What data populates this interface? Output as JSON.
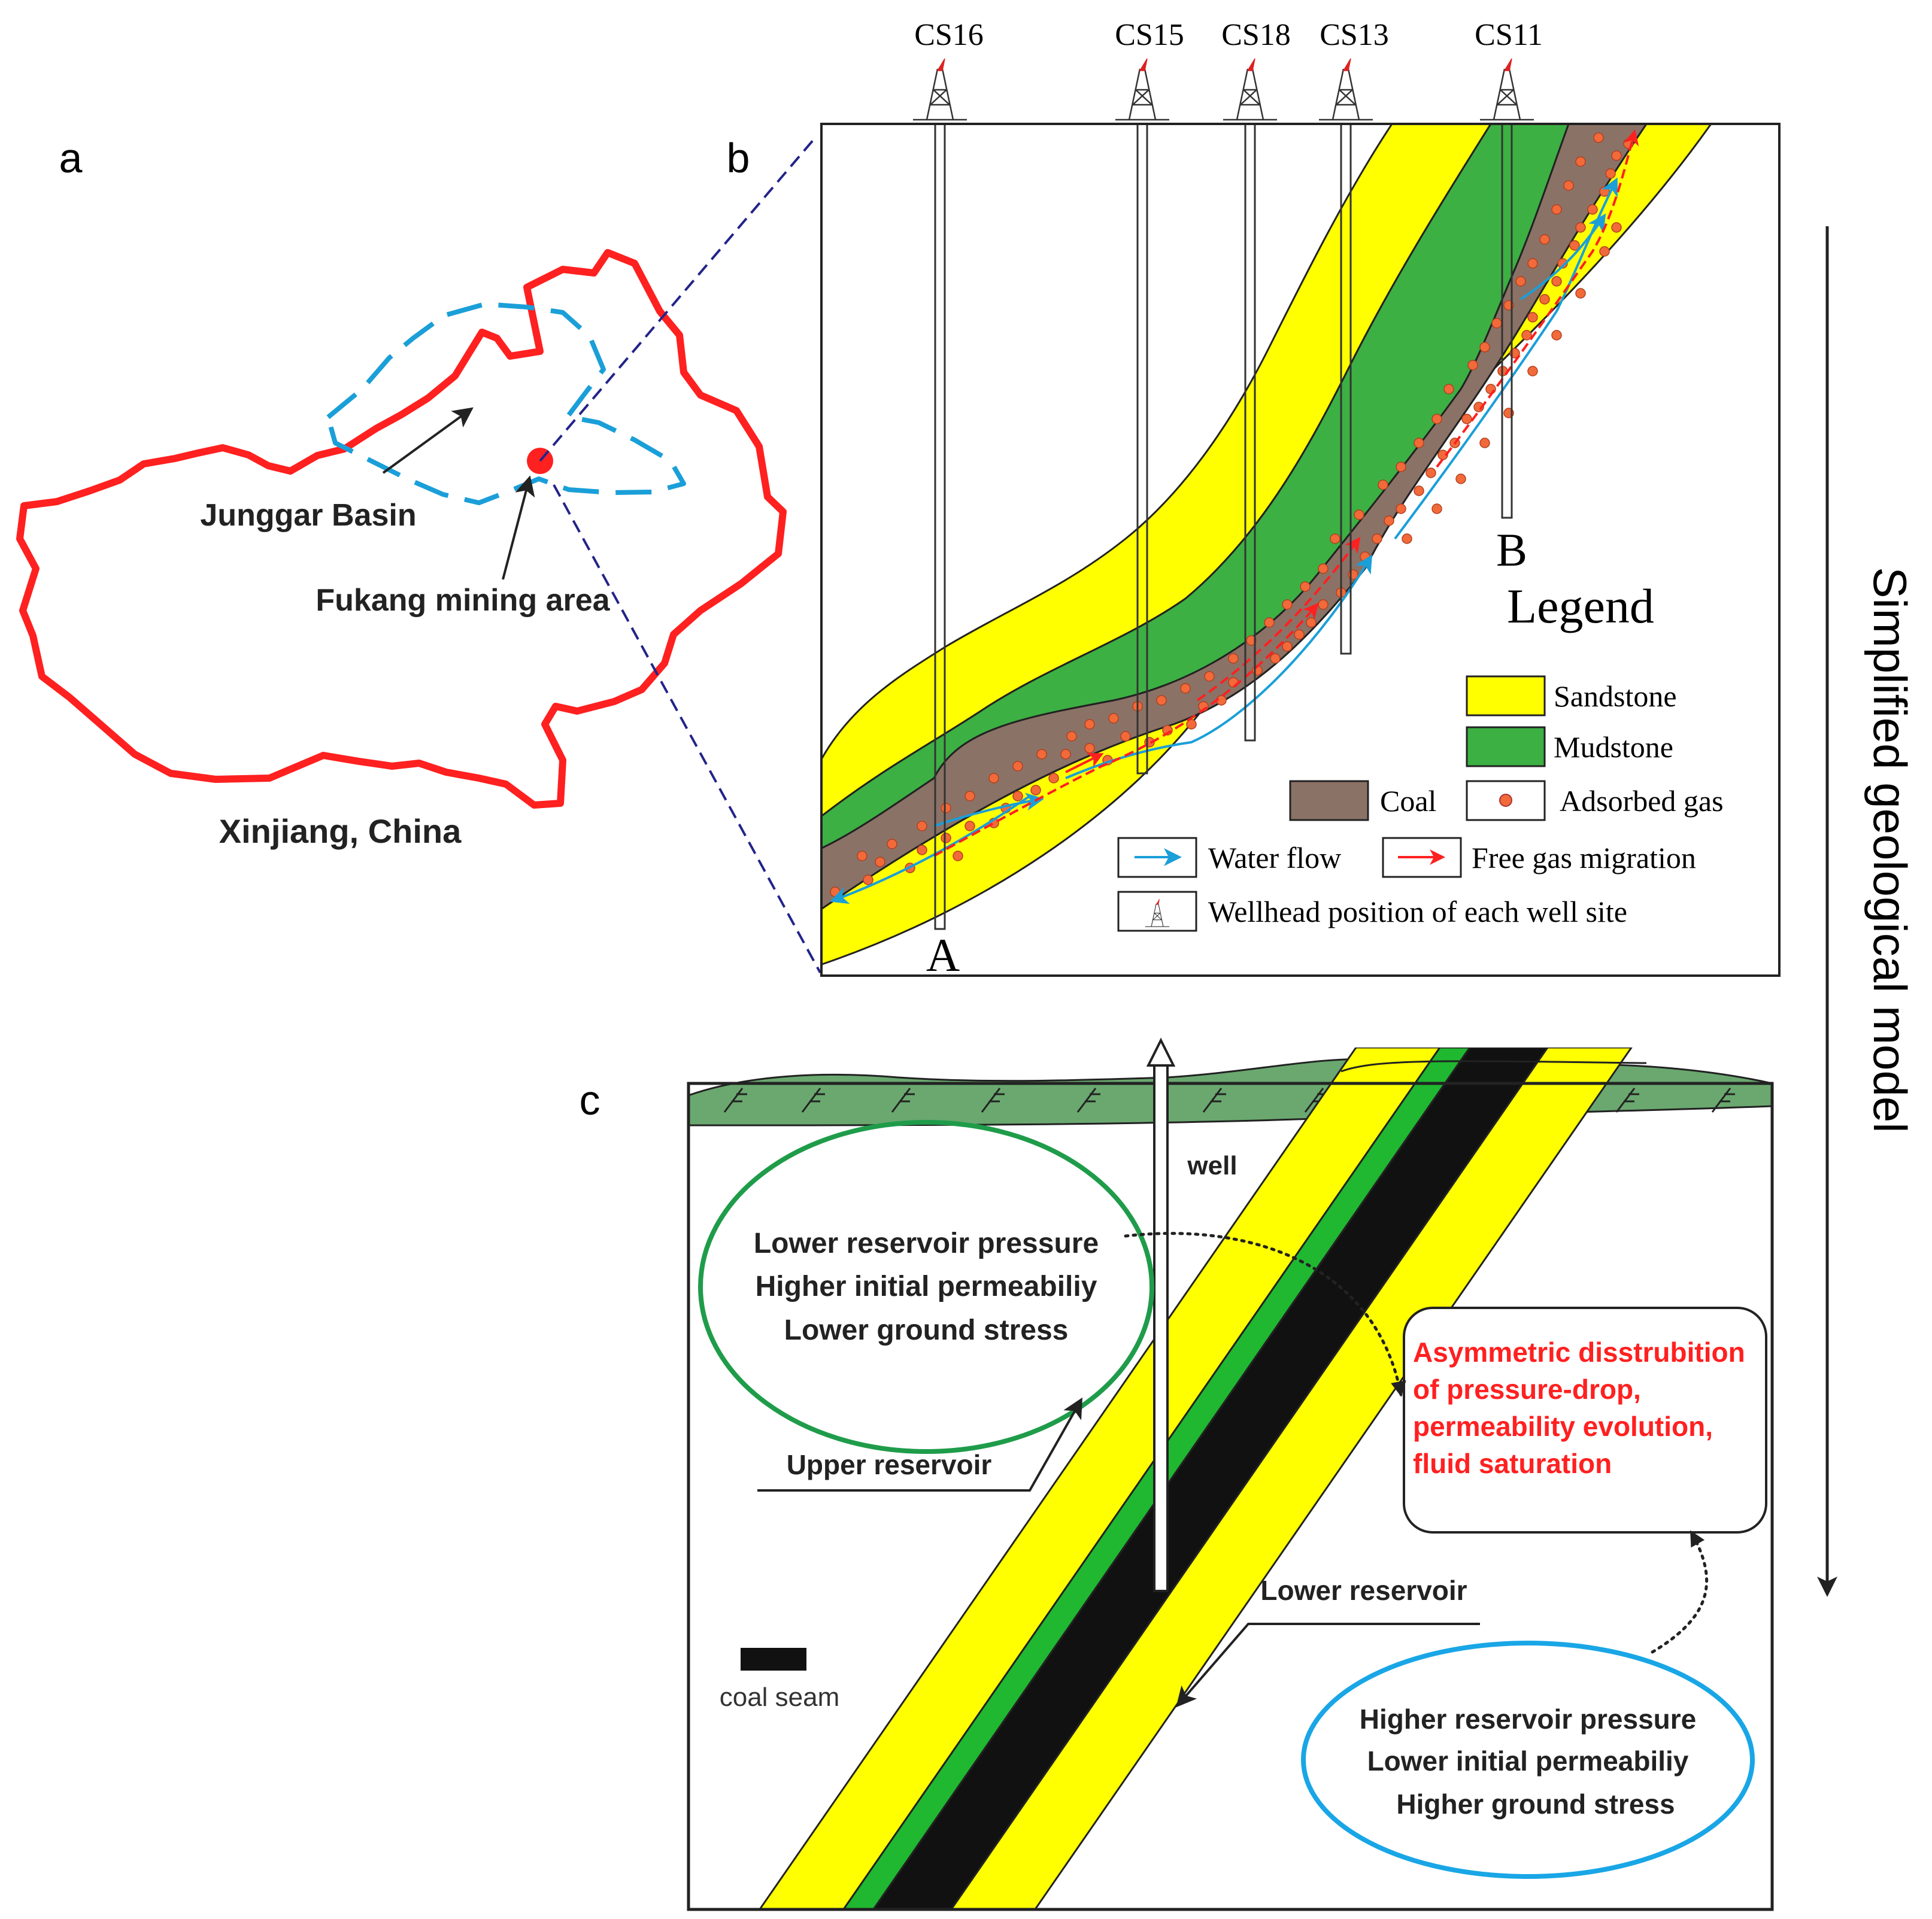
{
  "panels": {
    "a": "a",
    "b": "b",
    "c": "c"
  },
  "panel_a": {
    "basin_label": "Junggar Basin",
    "mining_label": "Fukang mining area",
    "region_label": "Xinjiang, China"
  },
  "panel_b": {
    "wells": [
      "CS16",
      "CS15",
      "CS18",
      "CS13",
      "CS11"
    ],
    "point_a": "A",
    "point_b": "B",
    "legend_title": "Legend",
    "legend": {
      "sandstone": "Sandstone",
      "mudstone": "Mudstone",
      "coal": "Coal",
      "adsorbed_gas": "Adsorbed gas",
      "water_flow": "Water flow",
      "free_gas": "Free gas migration",
      "wellhead": "Wellhead position of each well site"
    }
  },
  "side_label": "Simplified geological model",
  "panel_c": {
    "well_label": "well",
    "upper_box": [
      "Lower reservoir pressure",
      "Higher initial permeabiliy",
      "Lower ground stress"
    ],
    "lower_box": [
      "Higher reservoir pressure",
      "Lower initial permeabiliy",
      "Higher ground stress"
    ],
    "result_box": [
      "Asymmetric disstrubition",
      "of pressure-drop,",
      "permeability evolution,",
      "fluid saturation"
    ],
    "upper_reservoir": "Upper reservoir",
    "lower_reservoir": "Lower reservoir",
    "coal_seam_label": "coal seam"
  },
  "colors": {
    "map_outline": "#ff2020",
    "basin_outline": "#1a9fd8",
    "sandstone": "#ffff00",
    "mudstone": "#3cb043",
    "coal": "#8b7266",
    "adsorbed_gas": "#f26a3a",
    "water_flow": "#1a9fd8",
    "free_gas": "#ff2020",
    "surface": "#6aa86f",
    "coal_seam": "#111111",
    "highlight_text": "#ff2020",
    "upper_ellipse": "#1f9c4a",
    "lower_ellipse": "#19a6e6"
  }
}
